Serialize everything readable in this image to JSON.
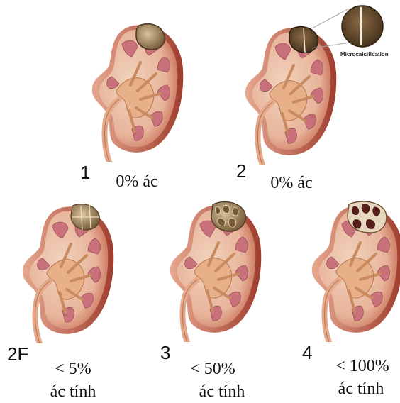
{
  "panels": [
    {
      "category": "1",
      "risk_line1": "0% ác",
      "risk_line2": ""
    },
    {
      "category": "2",
      "risk_line1": "0% ác",
      "risk_line2": "",
      "callout": "Microcalcification"
    },
    {
      "category": "2F",
      "risk_line1": "< 5%",
      "risk_line2": "ác tính"
    },
    {
      "category": "3",
      "risk_line1": "< 50%",
      "risk_line2": "ác tính"
    },
    {
      "category": "4",
      "risk_line1": "< 100%",
      "risk_line2": "ác tính"
    }
  ]
}
